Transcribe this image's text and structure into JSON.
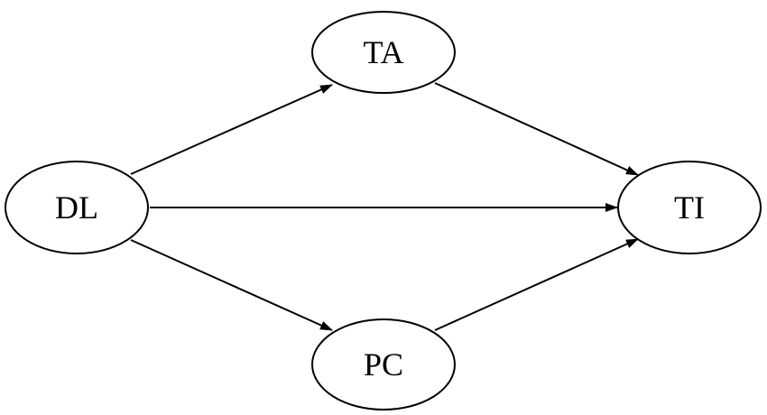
{
  "diagram": {
    "nodes": [
      {
        "id": "DL",
        "label": "DL"
      },
      {
        "id": "TA",
        "label": "TA"
      },
      {
        "id": "TI",
        "label": "TI"
      },
      {
        "id": "PC",
        "label": "PC"
      }
    ],
    "edges": [
      {
        "from": "DL",
        "to": "TA"
      },
      {
        "from": "DL",
        "to": "TI"
      },
      {
        "from": "DL",
        "to": "PC"
      },
      {
        "from": "TA",
        "to": "TI"
      },
      {
        "from": "PC",
        "to": "TI"
      }
    ],
    "colors": {
      "stroke": "#000000",
      "fill": "#ffffff",
      "text": "#000000"
    }
  }
}
